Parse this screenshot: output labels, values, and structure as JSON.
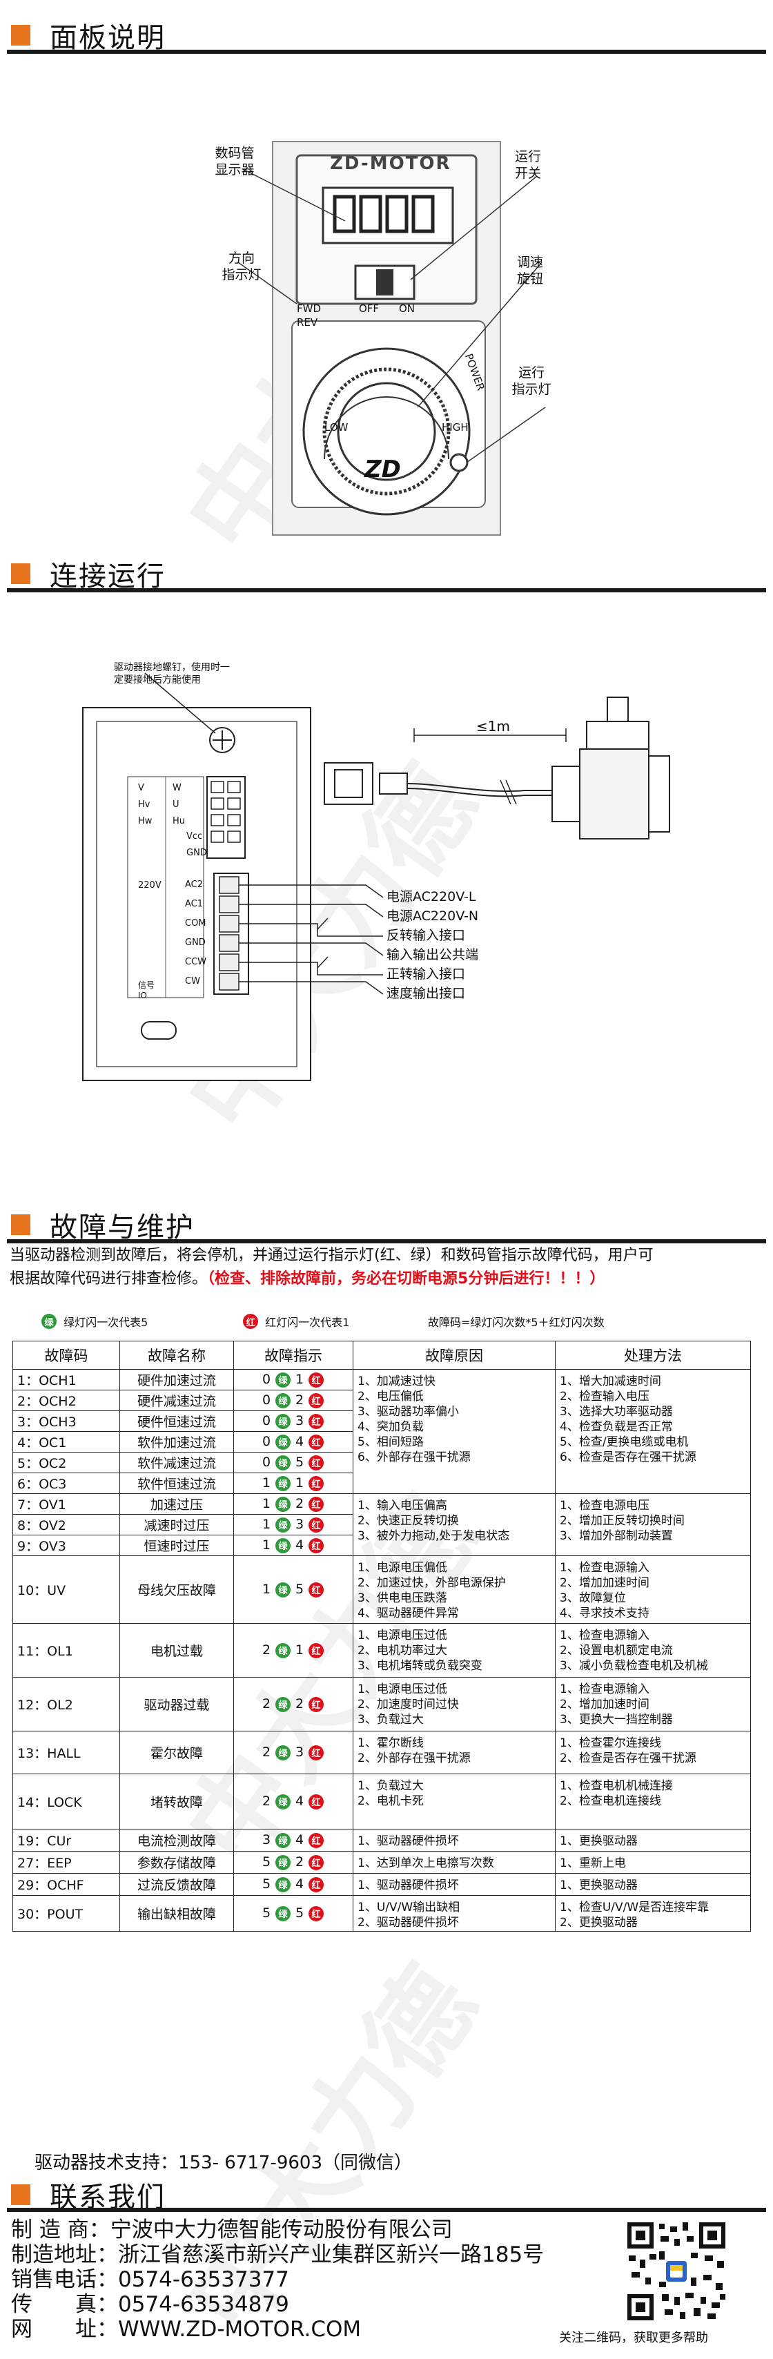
{
  "sections": {
    "panel": "面板说明",
    "connect": "连接运行",
    "fault": "故障与维护",
    "contact": "联系我们"
  },
  "panel": {
    "brand": "ZD-MOTOR",
    "display_label": "数码管\n显示器",
    "run_switch_label": "运行\n开关",
    "dir_label": "方向\n指示灯",
    "speed_knob_label": "调速\n旋钮",
    "run_lamp_label": "运行\n指示灯",
    "switch_off": "OFF",
    "switch_on": "ON",
    "fwd": "FWD",
    "rev": "REV",
    "power": "POWER",
    "low": "LOW",
    "high": "HIGH",
    "logo": "ZD"
  },
  "wiring": {
    "note": "驱动器接地螺钉，使用时一\n定要接地后方能使用",
    "cable_length": "≤1m",
    "labels": [
      "电源AC220V-L",
      "电源AC220V-N",
      "反转输入接口",
      "输入输出公共端",
      "正转输入接口",
      "速度输出接口"
    ],
    "motor_pins_a": [
      "W",
      "U",
      "Hu"
    ],
    "motor_pins_b": [
      "V",
      "Hv",
      "Hw"
    ],
    "motor_pins_c": [
      "Vcc",
      "GND"
    ],
    "terminal_labels": [
      "AC2",
      "AC1",
      "COM",
      "GND",
      "CCW",
      "CW"
    ],
    "v220": "220V",
    "signal": "信号\nIO"
  },
  "fault": {
    "intro": "当驱动器检测到故障后，将会停机，并通过运行指示灯(红、绿）和数码管指示故障代码，用户可",
    "intro2": "根据故障代码进行排查检修。",
    "warning": "（检查、排除故障前，务必在切断电源5分钟后进行！！！）",
    "legend_green": "绿灯闪一次代表5",
    "legend_red": "红灯闪一次代表1",
    "legend_formula": "故障码=绿灯闪次数*5＋红灯闪次数",
    "green_glyph": "绿",
    "red_glyph": "红",
    "headers": [
      "故障码",
      "故障名称",
      "故障指示",
      "故障原因",
      "处理方法"
    ],
    "rows": [
      {
        "code": "1：OCH1",
        "name": "硬件加速过流",
        "g": "0",
        "r": "1"
      },
      {
        "code": "2：OCH2",
        "name": "硬件减速过流",
        "g": "0",
        "r": "2"
      },
      {
        "code": "3：OCH3",
        "name": "硬件恒速过流",
        "g": "0",
        "r": "3"
      },
      {
        "code": "4：OC1",
        "name": "软件加速过流",
        "g": "0",
        "r": "4"
      },
      {
        "code": "5：OC2",
        "name": "软件减速过流",
        "g": "0",
        "r": "5"
      },
      {
        "code": "6：OC3",
        "name": "软件恒速过流",
        "g": "1",
        "r": "1"
      },
      {
        "code": "7：OV1",
        "name": "加速过压",
        "g": "1",
        "r": "2"
      },
      {
        "code": "8：OV2",
        "name": "减速时过压",
        "g": "1",
        "r": "3"
      },
      {
        "code": "9：OV3",
        "name": "恒速时过压",
        "g": "1",
        "r": "4"
      },
      {
        "code": "10：UV",
        "name": "母线欠压故障",
        "g": "1",
        "r": "5"
      },
      {
        "code": "11：OL1",
        "name": "电机过载",
        "g": "2",
        "r": "1"
      },
      {
        "code": "12：OL2",
        "name": "驱动器过载",
        "g": "2",
        "r": "2"
      },
      {
        "code": "13：HALL",
        "name": "霍尔故障",
        "g": "2",
        "r": "3"
      },
      {
        "code": "14：LOCK",
        "name": "堵转故障",
        "g": "2",
        "r": "4"
      },
      {
        "code": "19：CUr",
        "name": "电流检测故障",
        "g": "3",
        "r": "4"
      },
      {
        "code": "27：EEP",
        "name": "参数存储故障",
        "g": "5",
        "r": "2"
      },
      {
        "code": "29：OCHF",
        "name": "过流反馈故障",
        "g": "5",
        "r": "4"
      },
      {
        "code": "30：POUT",
        "name": "输出缺相故障",
        "g": "5",
        "r": "5"
      }
    ],
    "causes": {
      "oc": "1、加减速过快\n2、电压偏低\n3、驱动器功率偏小\n4、突加负载\n5、相间短路\n6、外部存在强干扰源",
      "ov": "1、输入电压偏高\n2、快速正反转切换\n3、被外力拖动,处于发电状态",
      "uv": "1、电源电压偏低\n2、加速过快，外部电源保护\n3、供电电压跌落\n4、驱动器硬件异常",
      "ol1": "1、电源电压过低\n2、电机功率过大\n3、电机堵转或负载突变",
      "ol2": "1、电源电压过低\n2、加速度时间过快\n3、负载过大",
      "hall": "1、霍尔断线\n2、外部存在强干扰源",
      "lock": "1、负载过大\n2、电机卡死",
      "cur": "1、驱动器硬件损坏",
      "eep": "1、达到单次上电擦写次数",
      "ochf": "1、驱动器硬件损坏",
      "pout": "1、U/V/W输出缺相\n2、驱动器硬件损坏"
    },
    "fixes": {
      "oc": "1、增大加减速时间\n2、检查输入电压\n3、选择大功率驱动器\n4、检查负载是否正常\n5、检查/更换电缆或电机\n6、检查是否存在强干扰源",
      "ov": "1、检查电源电压\n2、增加正反转切换时间\n3、增加外部制动装置",
      "uv": "1、检查电源输入\n2、增加加速时间\n3、故障复位\n4、寻求技术支持",
      "ol1": "1、检查电源输入\n2、设置电机额定电流\n3、减小负载检查电机及机械",
      "ol2": "1、检查电源输入\n2、增加加速时间\n3、更换大一挡控制器",
      "hall": "1、检查霍尔连接线\n2、检查是否存在强干扰源",
      "lock": "1、检查电机机械连接\n2、检查电机连接线",
      "cur": "1、更换驱动器",
      "eep": "1、重新上电",
      "ochf": "1、更换驱动器",
      "pout": "1、检查U/V/W是否连接牢靠\n2、更换驱动器"
    },
    "support": "驱动器技术支持：153- 6717-9603（同微信）"
  },
  "contact": {
    "maker_label": "制 造 商：",
    "maker": "宁波中大力德智能传动股份有限公司",
    "addr_label": "制造地址：",
    "addr": "浙江省慈溪市新兴产业集群区新兴一路185号",
    "sales_label": "销售电话：",
    "sales": "0574-63537377",
    "fax_label": "传　　真：",
    "fax": "0574-63534879",
    "web_label": "网　　址：",
    "web": "WWW.ZD-MOTOR.COM",
    "qr_caption": "关注二维码，获取更多帮助"
  },
  "watermark": "中大力德",
  "colors": {
    "accent": "#e8741e",
    "green": "#2e9a3c",
    "red": "#e0101a"
  }
}
